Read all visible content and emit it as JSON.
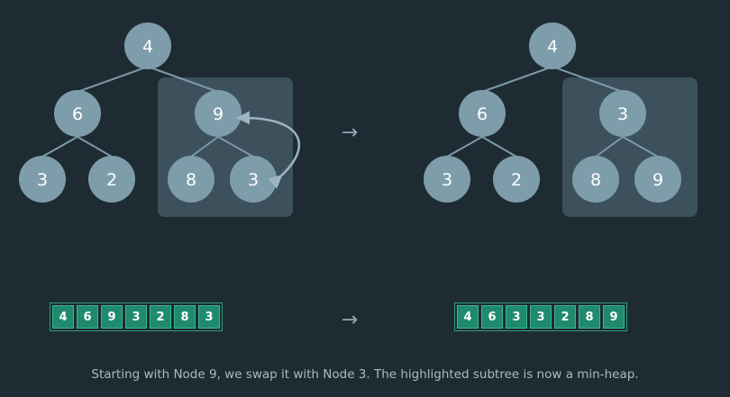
{
  "arrow_glyph": "→",
  "trees": {
    "before": {
      "root": "4",
      "left": "6",
      "right": "9",
      "left_left": "3",
      "left_right": "2",
      "right_left": "8",
      "right_right": "3"
    },
    "after": {
      "root": "4",
      "left": "6",
      "right": "3",
      "left_left": "3",
      "left_right": "2",
      "right_left": "8",
      "right_right": "9"
    }
  },
  "arrays": {
    "before": [
      "4",
      "6",
      "9",
      "3",
      "2",
      "8",
      "3"
    ],
    "after": [
      "4",
      "6",
      "3",
      "3",
      "2",
      "8",
      "9"
    ]
  },
  "caption": "Starting with Node 9, we swap it with Node 3. The highlighted subtree is now a min-heap.",
  "colors": {
    "background": "#1f2b33",
    "node": "#7e9daa",
    "highlight_panel": "#3c515c",
    "array_cell": "#1f8a6e"
  }
}
